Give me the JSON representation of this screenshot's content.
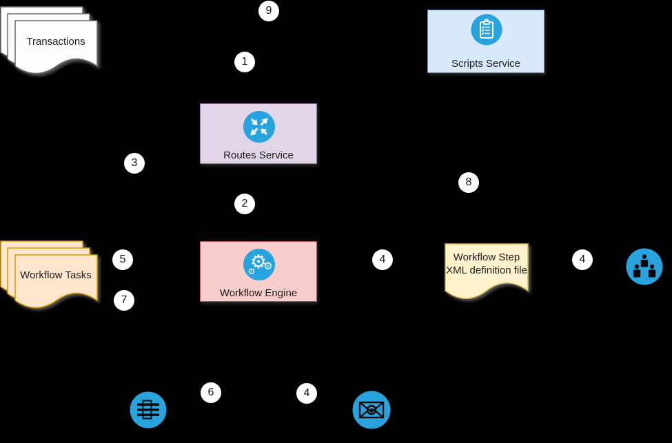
{
  "diagram": {
    "background": "#000000",
    "accent_blue": "#29a3dd",
    "nodes": {
      "transactions": {
        "label": "Transactions",
        "fill": "#fcfcfc",
        "stroke": "#6b6b6b",
        "shape": "multi-document"
      },
      "scripts_service": {
        "label": "Scripts Service",
        "fill": "#dae8fc",
        "stroke": "#6c8ebf",
        "icon": "clipboard-checklist-icon"
      },
      "routes_service": {
        "label": "Routes Service",
        "fill": "#e1d5e7",
        "stroke": "#9673a6",
        "icon": "route-arrows-icon"
      },
      "workflow_engine": {
        "label": "Workflow Engine",
        "fill": "#f8cecc",
        "stroke": "#b85450",
        "icon": "gears-icon"
      },
      "workflow_tasks": {
        "label": "Workflow Tasks",
        "fill": "#ffe6cc",
        "stroke": "#d79b00",
        "shape": "multi-document"
      },
      "workflow_step_xml_file": {
        "label_line1": "Workflow Step",
        "label_line2": "XML definition file",
        "fill": "#fff2cc",
        "stroke": "#d6b656",
        "shape": "document"
      },
      "users_group": {
        "icon": "group-people-icon",
        "color": "#29a3dd"
      },
      "data_store": {
        "icon": "database-icon",
        "color": "#29a3dd"
      },
      "email": {
        "icon": "email-icon",
        "color": "#29a3dd"
      }
    },
    "step_badges": [
      {
        "label": "9"
      },
      {
        "label": "1"
      },
      {
        "label": "3"
      },
      {
        "label": "2"
      },
      {
        "label": "8"
      },
      {
        "label": "5"
      },
      {
        "label": "7"
      },
      {
        "label": "4"
      },
      {
        "label": "4"
      },
      {
        "label": "6"
      },
      {
        "label": "4"
      }
    ]
  }
}
